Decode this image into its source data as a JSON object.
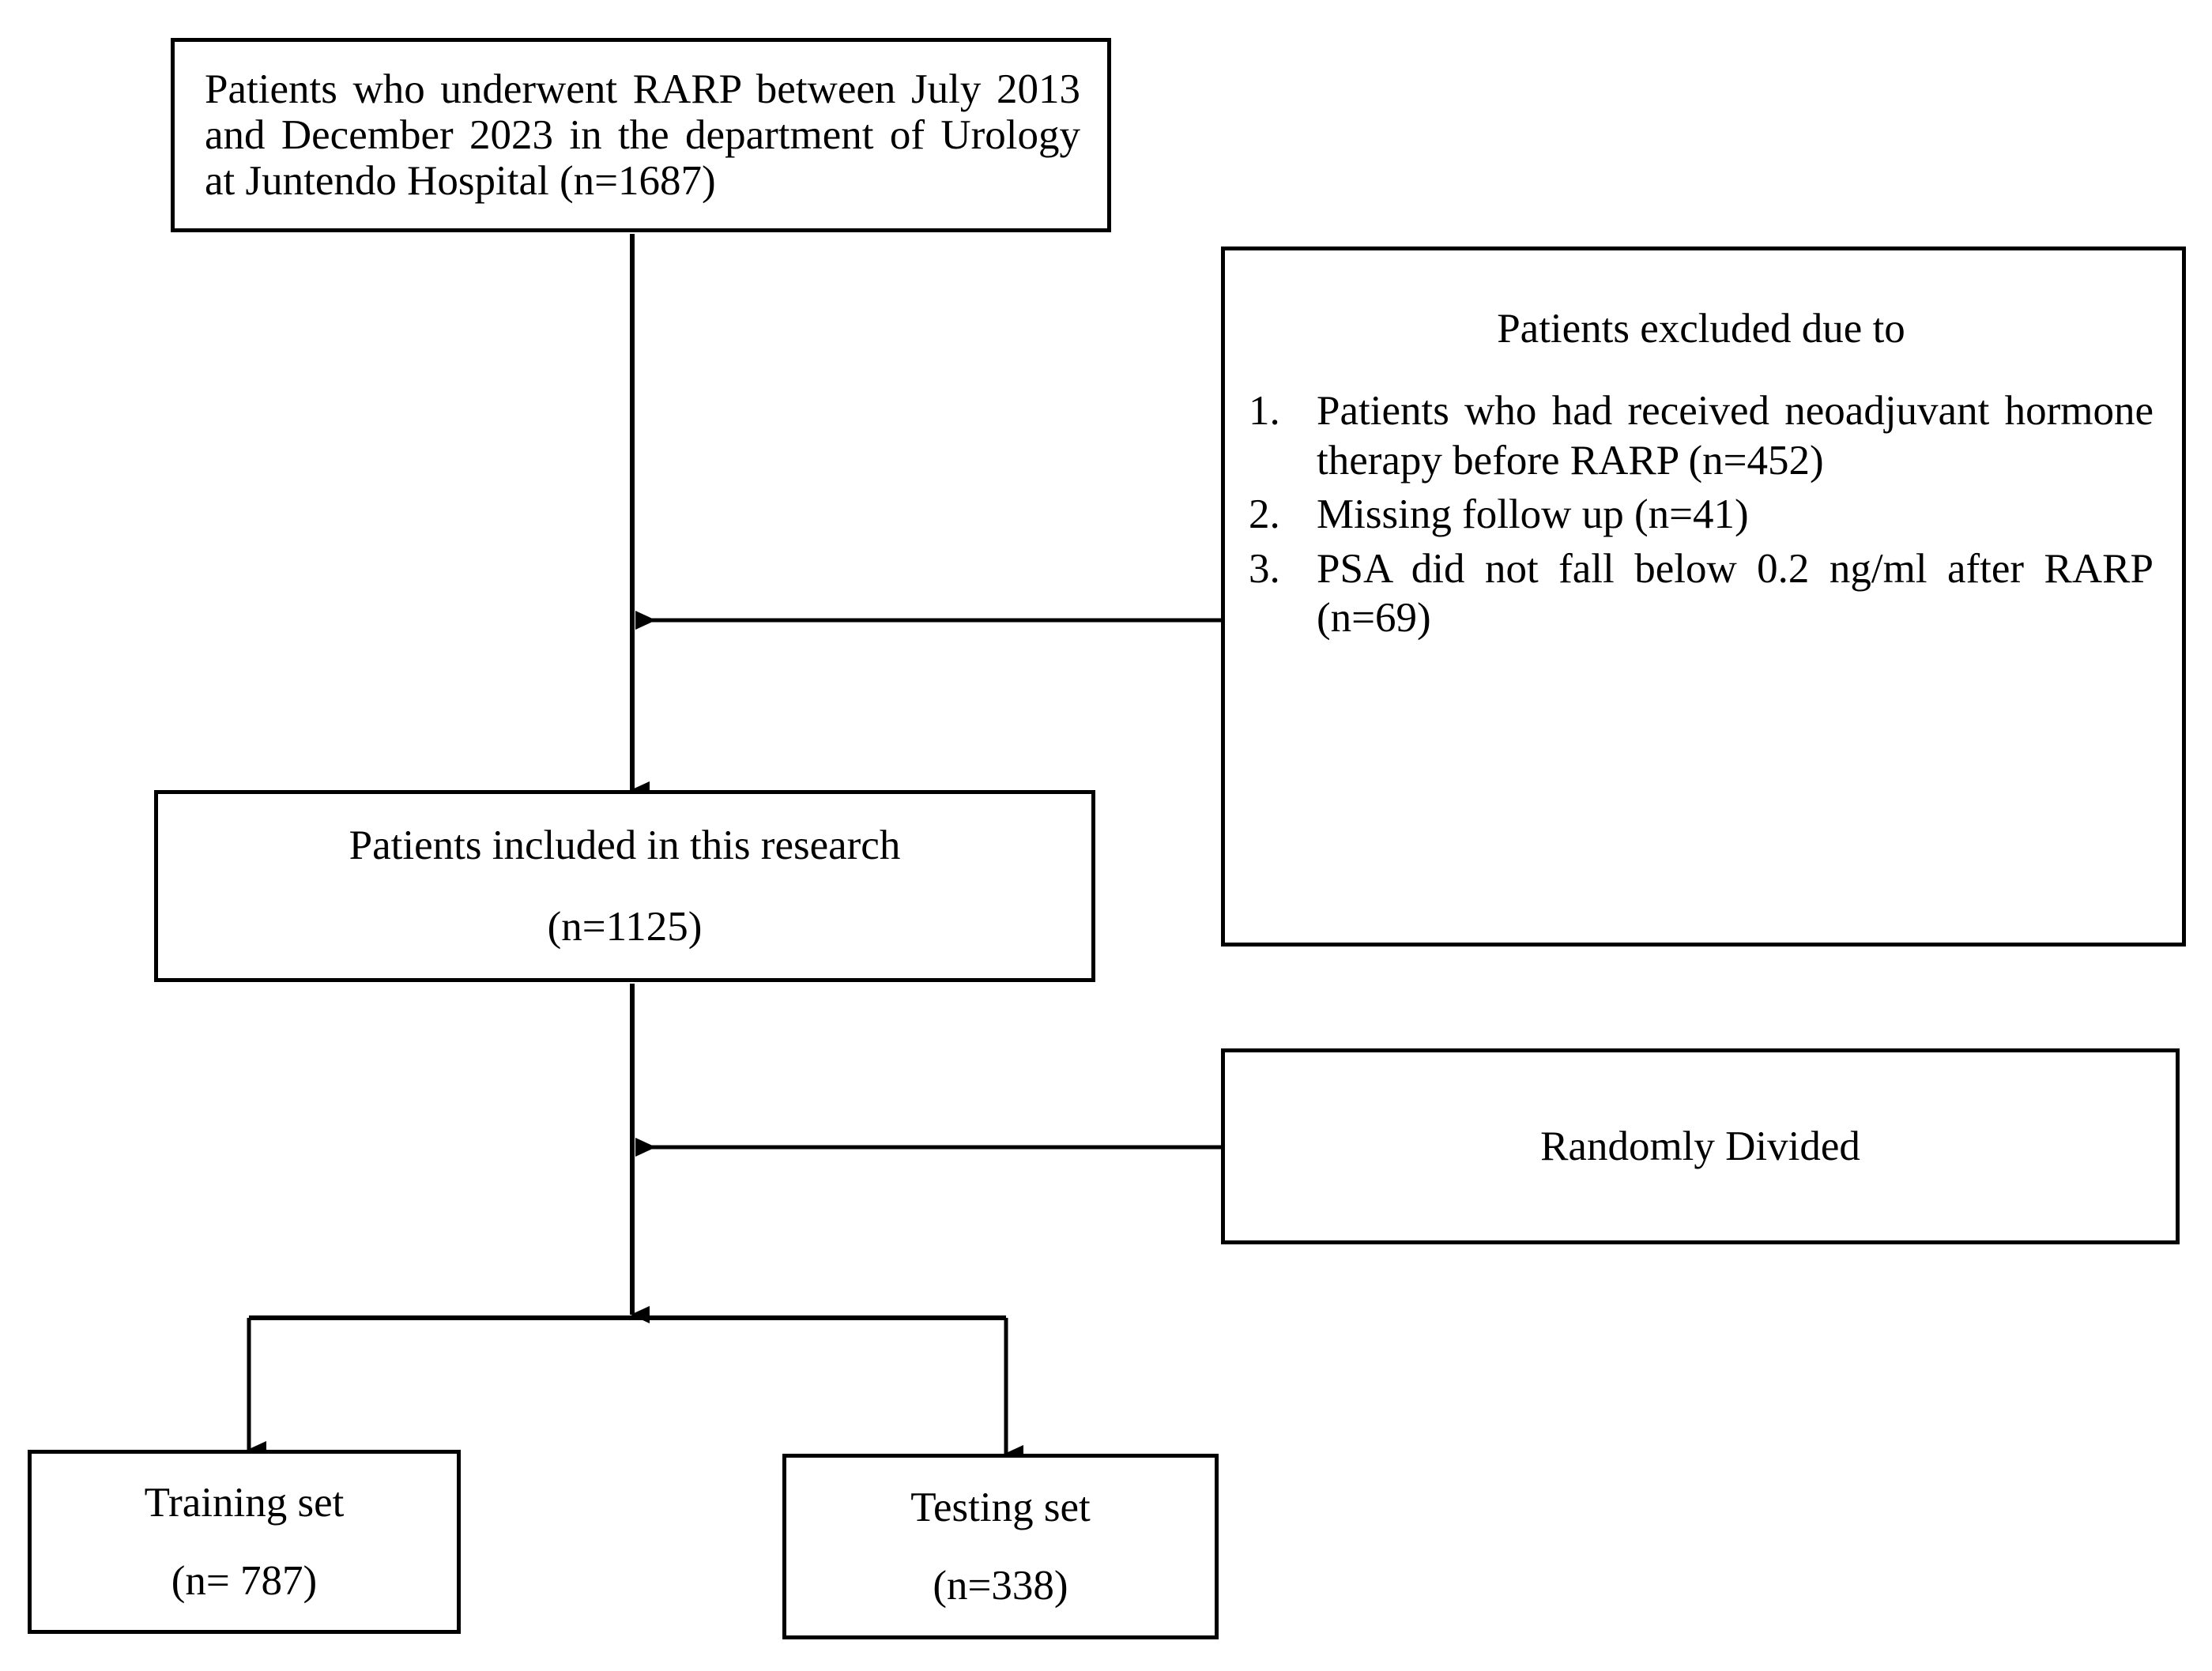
{
  "diagram": {
    "type": "flowchart",
    "title": "Study participant flow diagram",
    "nodes": {
      "source": {
        "text": "Patients who underwent RARP between July 2013 and December 2023 in the department of Urology at Juntendo Hospital (n=1687)"
      },
      "excluded": {
        "title": "Patients excluded due to",
        "items": [
          {
            "num": "1.",
            "text": "Patients who had received neoadjuvant hormone therapy before RARP (n=452)"
          },
          {
            "num": "2.",
            "text": "Missing follow up (n=41)"
          },
          {
            "num": "3.",
            "text": "PSA did not fall below 0.2 ng/ml after RARP (n=69)"
          }
        ]
      },
      "included": {
        "line1": "Patients included in this research",
        "line2": "(n=1125)"
      },
      "random": {
        "label": "Randomly Divided"
      },
      "training": {
        "line1": "Training set",
        "line2": "(n= 787)"
      },
      "testing": {
        "line1": "Testing set",
        "line2": "(n=338)"
      }
    },
    "edges": [
      {
        "name": "source-to-included",
        "from": "source",
        "to": "included",
        "style": "solid-arrow-down"
      },
      {
        "name": "excluded-to-trunk",
        "from": "excluded",
        "to": "source-included-trunk",
        "style": "solid-arrow-left"
      },
      {
        "name": "included-to-split",
        "from": "included",
        "to": "split-bar",
        "style": "solid-arrow-down"
      },
      {
        "name": "random-to-trunk",
        "from": "random",
        "to": "included-split-trunk",
        "style": "solid-arrow-left"
      },
      {
        "name": "split-to-training",
        "from": "split-bar",
        "to": "training",
        "style": "solid-arrow-down"
      },
      {
        "name": "split-to-testing",
        "from": "split-bar",
        "to": "testing",
        "style": "solid-arrow-down"
      }
    ],
    "colors": {
      "stroke": "#000000",
      "background": "#ffffff",
      "text": "#000000"
    }
  }
}
